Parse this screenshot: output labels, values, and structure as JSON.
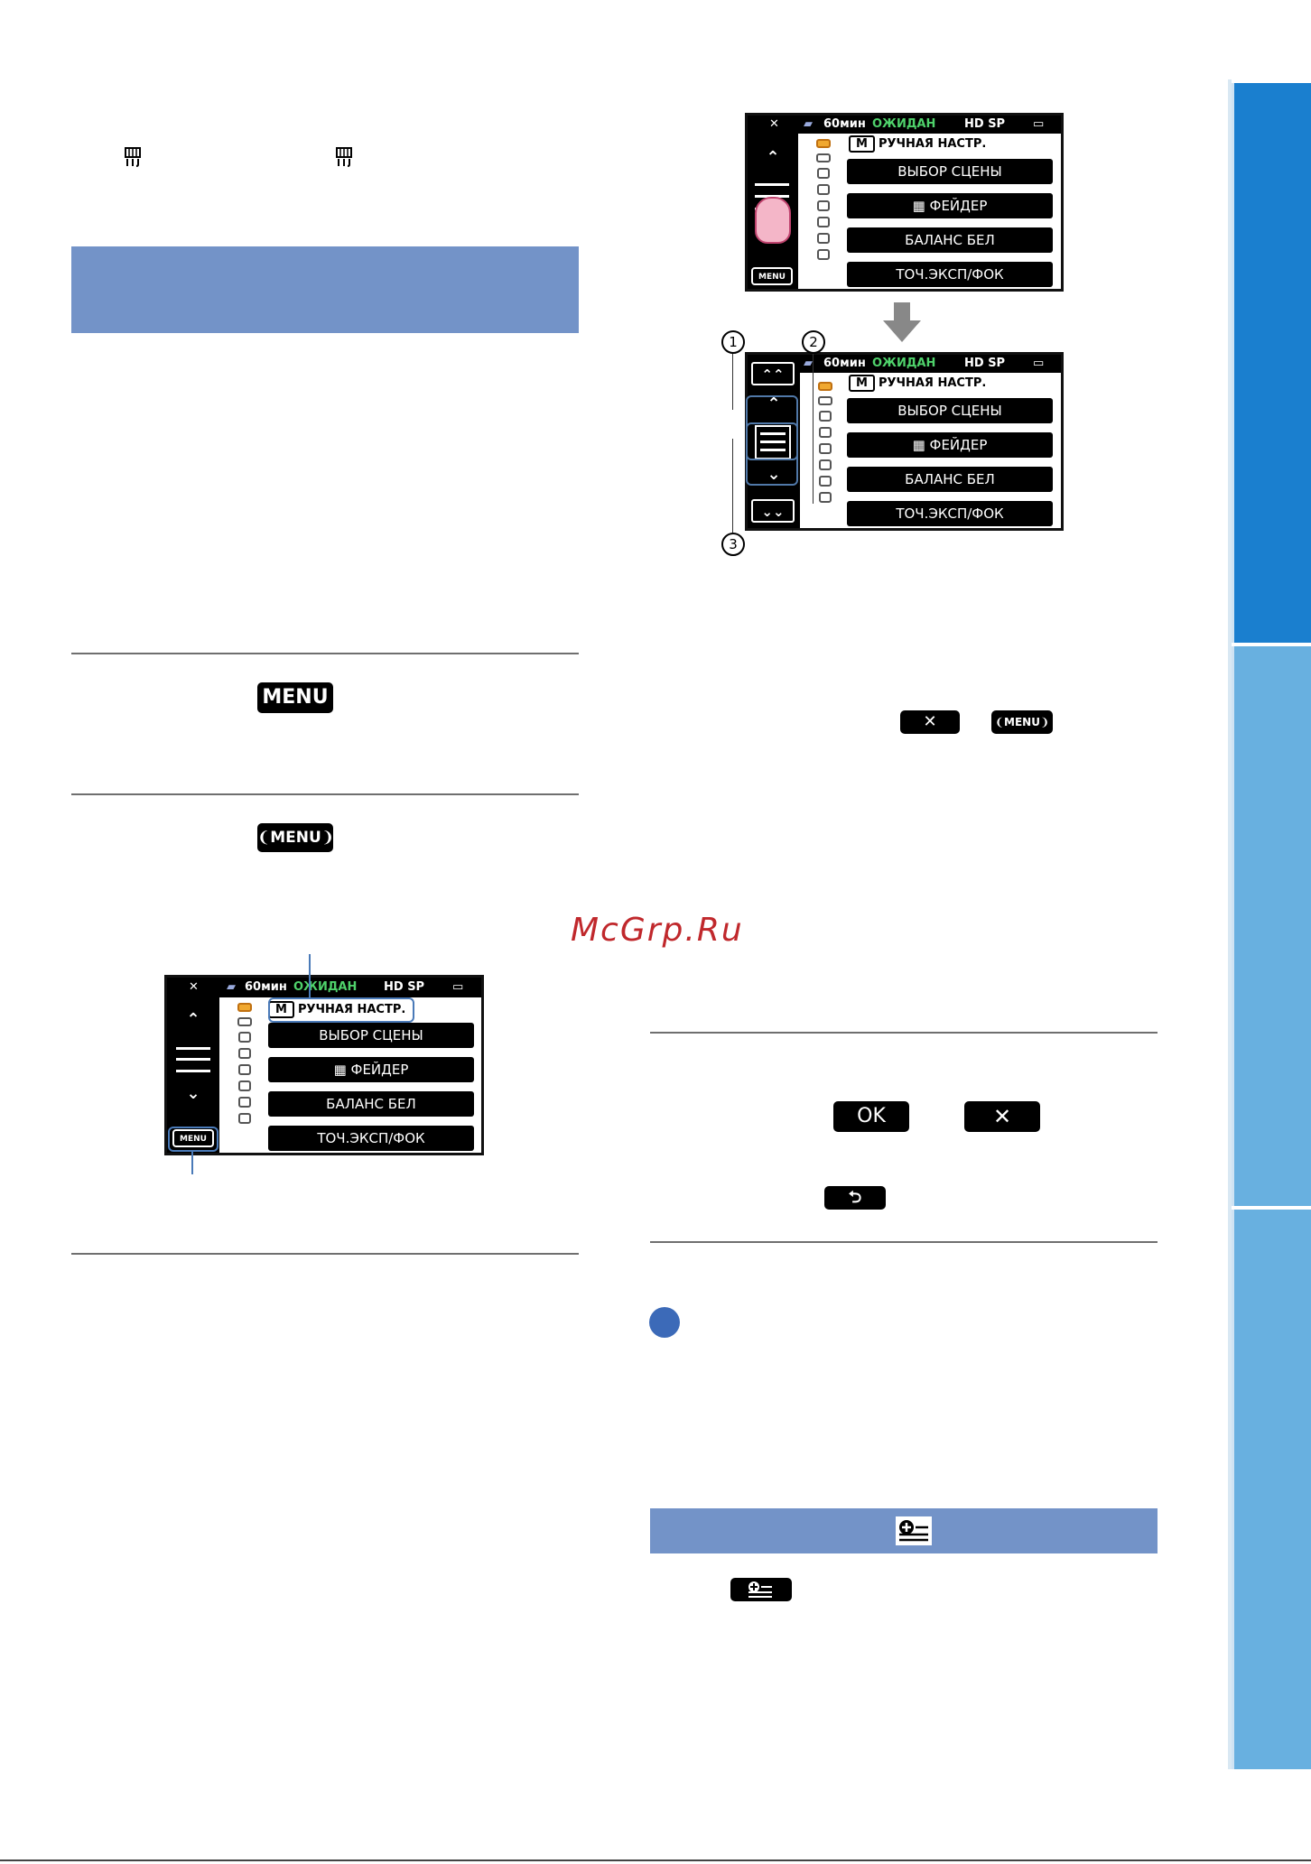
{
  "tabs": {
    "top_color": "#1a7fcf",
    "mid_color": "#68b0e0",
    "bottom_color": "#68b0e0"
  },
  "buttons": {
    "menu": "MENU",
    "menu_return": "MENU",
    "close": "✕",
    "ok": "OK"
  },
  "screen": {
    "close": "✕",
    "battery_time": "60мин",
    "status": "ОЖИДАН",
    "quality": "HD SP",
    "category_m": "M",
    "category_title": "РУЧНАЯ НАСТР.",
    "items": [
      "ВЫБОР СЦЕНЫ",
      "ФЕЙДЕР",
      "БАЛАНС БЕЛ",
      "ТОЧ.ЭКСП/ФОК"
    ],
    "menu_btn": "MENU"
  },
  "callouts": {
    "c1": "1",
    "c2": "2",
    "c3": "3"
  },
  "watermark": "McGrp.Ru"
}
